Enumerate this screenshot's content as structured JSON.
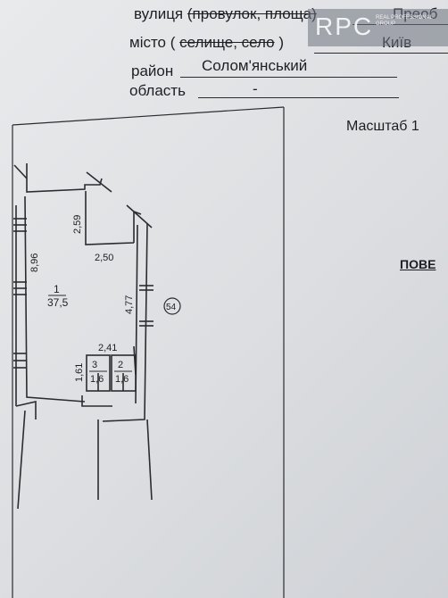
{
  "header": {
    "street_label": "вулиця",
    "street_struck": "(провулок, площа)",
    "street_value": "Преоб",
    "city_label": "місто (",
    "city_struck": "селище, село",
    "city_close": ")",
    "city_value": "Київ",
    "district_label": "район",
    "district_value": "Солом'янський",
    "region_label": "область",
    "region_value": "-"
  },
  "watermark": {
    "logo": "RPC",
    "tagline": "REAL PROFESSIONAL GROUP"
  },
  "scale_label": "Масштаб  1",
  "floor_label": "ПОВЕ",
  "plan": {
    "rooms": [
      {
        "number": "1",
        "area": "37,5"
      },
      {
        "number": "2",
        "area": "1,6"
      },
      {
        "number": "3",
        "area": "1,6"
      }
    ],
    "dimensions": [
      "2,59",
      "2,50",
      "8,96",
      "4,77",
      "2,41",
      "1,61"
    ],
    "building_number": "54"
  }
}
